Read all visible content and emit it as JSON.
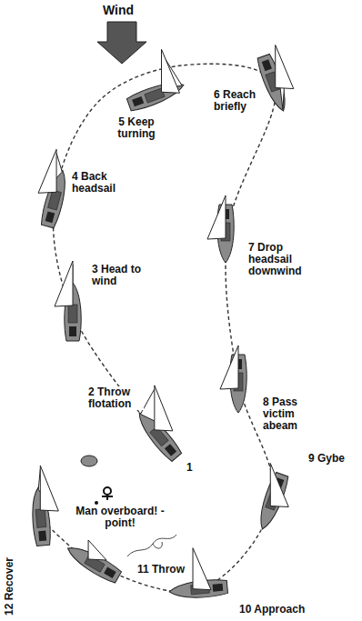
{
  "diagram": {
    "labels": [
      "Wind",
      "5 Keep turning",
      "6 Reach briefly",
      "4 Back headsail",
      "7 Drop headsail downwind",
      "3 Head to wind",
      "2 Throw flotation",
      "8 Pass victim abeam",
      "1",
      "Man overboard! - point!",
      "9 Gybe",
      "12 Recover",
      "11 Throw",
      "10 Approach"
    ]
  }
}
